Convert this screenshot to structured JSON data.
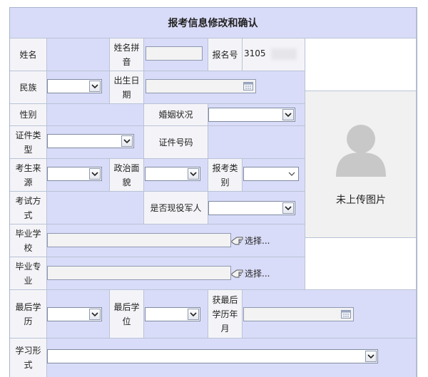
{
  "form": {
    "title": "报考信息修改和确认",
    "labels": {
      "name": "姓名",
      "pinyin": "姓名拼音",
      "reg_no": "报名号",
      "ethnicity": "民族",
      "birth_date": "出生日期",
      "gender": "性别",
      "marital": "婚姻状况",
      "id_type": "证件类型",
      "id_number": "证件号码",
      "origin": "考生来源",
      "political": "政治面貌",
      "exam_category": "报考类别",
      "exam_method": "考试方式",
      "active_military": "是否现役军人",
      "grad_school": "毕业学校",
      "grad_major": "毕业专业",
      "last_education": "最后学历",
      "last_degree": "最后学位",
      "last_edu_year": "获最后学历年月",
      "study_form": "学习形式"
    },
    "reg_no_value": "3105",
    "choose_label": "选择...",
    "photo_caption": "未上传图片"
  },
  "colors": {
    "header_bg": "#d9dcf8",
    "value_bg": "#d9dcf8",
    "label_bg": "#f4f4f8",
    "border": "#b9c3d6",
    "photo_bg": "#f1f1f1",
    "avatar": "#c8c8c8"
  },
  "icons": {
    "dropdown": "chevron-down-icon",
    "calendar": "calendar-icon",
    "picker": "hand-pointer-icon",
    "avatar": "user-placeholder-icon"
  }
}
